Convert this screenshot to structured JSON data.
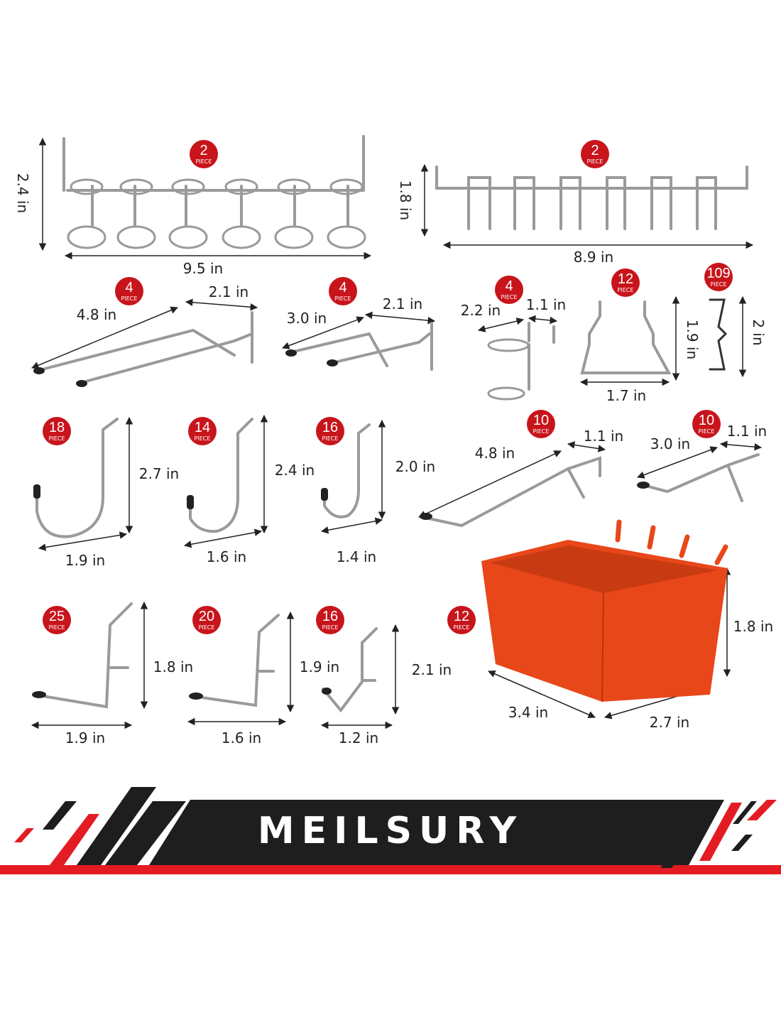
{
  "colors": {
    "badge": "#c8141b",
    "bin": "#e8471a",
    "banner_black": "#1e1e1e",
    "banner_red": "#e31c23"
  },
  "badge_suffix": "PIECE",
  "items": [
    {
      "name": "pegboard-shelf-rings",
      "count": "2",
      "dims": [
        "2.4 in",
        "9.5 in"
      ]
    },
    {
      "name": "pegboard-screwdriver-rack",
      "count": "2",
      "dims": [
        "1.8 in",
        "8.9 in"
      ]
    },
    {
      "name": "double-long-hook",
      "count": "4",
      "dims": [
        "4.8 in",
        "2.1 in"
      ]
    },
    {
      "name": "double-short-hook",
      "count": "4",
      "dims": [
        "3.0 in",
        "2.1 in"
      ]
    },
    {
      "name": "ring-holder",
      "count": "4",
      "dims": [
        "2.2 in",
        "1.1 in"
      ]
    },
    {
      "name": "bracket-hook",
      "count": "12",
      "dims": [
        "1.9 in",
        "1.7 in"
      ]
    },
    {
      "name": "locking-clip",
      "count": "109",
      "dims": [
        "2 in"
      ]
    },
    {
      "name": "large-j-hook",
      "count": "18",
      "dims": [
        "2.7 in",
        "1.9 in"
      ]
    },
    {
      "name": "medium-j-hook",
      "count": "14",
      "dims": [
        "2.4 in",
        "1.6 in"
      ]
    },
    {
      "name": "small-j-hook",
      "count": "16",
      "dims": [
        "2.0 in",
        "1.4 in"
      ]
    },
    {
      "name": "long-straight-hook",
      "count": "10",
      "dims": [
        "4.8 in",
        "1.1 in"
      ]
    },
    {
      "name": "short-straight-hook",
      "count": "10",
      "dims": [
        "3.0 in",
        "1.1 in"
      ]
    },
    {
      "name": "large-l-hook",
      "count": "25",
      "dims": [
        "1.8 in",
        "1.9 in"
      ]
    },
    {
      "name": "medium-l-hook",
      "count": "20",
      "dims": [
        "1.9 in",
        "1.6 in"
      ]
    },
    {
      "name": "small-angled-hook",
      "count": "16",
      "dims": [
        "2.1 in",
        "1.2 in"
      ]
    },
    {
      "name": "storage-bin",
      "count": "12",
      "dims": [
        "1.8 in",
        "3.4 in",
        "2.7 in"
      ]
    }
  ],
  "brand": "MEILSURY"
}
